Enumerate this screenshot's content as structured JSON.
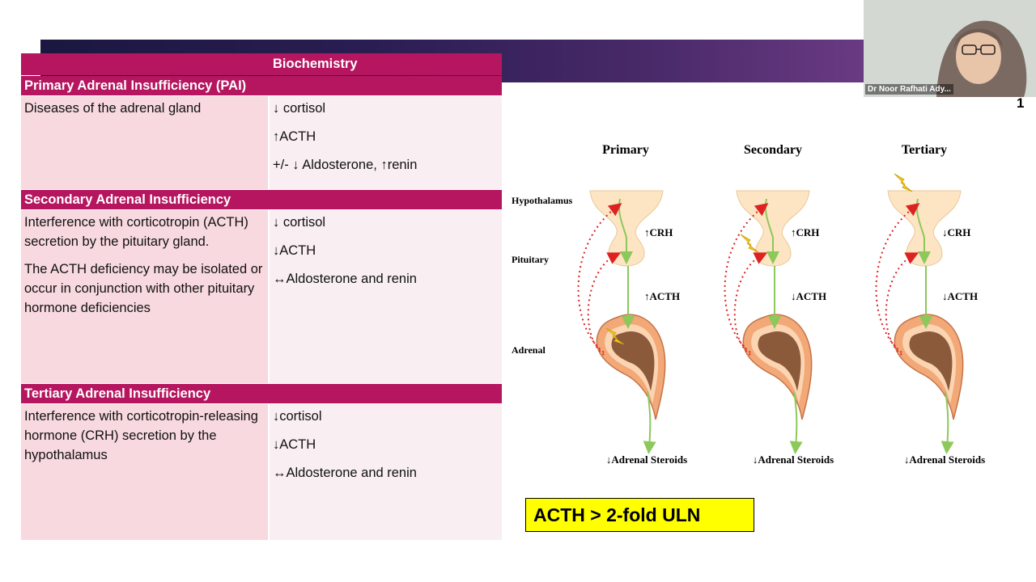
{
  "table": {
    "header": {
      "col1": "",
      "col2": "Biochemistry"
    },
    "primary": {
      "title": "Primary Adrenal Insufficiency (PAI)",
      "description": "Diseases of the adrenal gland",
      "biochem": [
        "↓ cortisol",
        "↑ACTH",
        "+/- ↓ Aldosterone,  ↑renin"
      ]
    },
    "secondary": {
      "title": "Secondary Adrenal Insufficiency",
      "description1": "Interference with corticotropin (ACTH) secretion by the pituitary gland.",
      "description2": "The ACTH deficiency may be isolated or occur in conjunction with other pituitary hormone deficiencies",
      "biochem": [
        "↓ cortisol",
        "↓ACTH",
        "↔Aldosterone and renin"
      ]
    },
    "tertiary": {
      "title": "Tertiary Adrenal Insufficiency",
      "description": "Interference with corticotropin-releasing hormone (CRH) secretion by the hypothalamus",
      "biochem": [
        "↓cortisol",
        "↓ACTH",
        "↔Aldosterone and renin"
      ]
    }
  },
  "figure": {
    "columns": [
      "Primary",
      "Secondary",
      "Tertiary"
    ],
    "organs": [
      "Hypothalamus",
      "Pituitary",
      "Adrenal"
    ],
    "crh": [
      "↑CRH",
      "↑CRH",
      "↓CRH"
    ],
    "acth": [
      "↑ACTH",
      "↓ACTH",
      "↓ACTH"
    ],
    "steroids": [
      "↓Adrenal Steroids",
      "↓Adrenal Steroids",
      "↓Adrenal Steroids"
    ]
  },
  "callout": {
    "text": "ACTH > 2-fold ULN"
  },
  "video": {
    "participant_name": "Dr Noor Rafhati Ady..."
  },
  "slide": {
    "page_number": "1"
  },
  "colors": {
    "header": "#b5165f",
    "left_cell": "#f7d9df",
    "right_cell": "#f9eef1",
    "callout": "#ffff00"
  }
}
